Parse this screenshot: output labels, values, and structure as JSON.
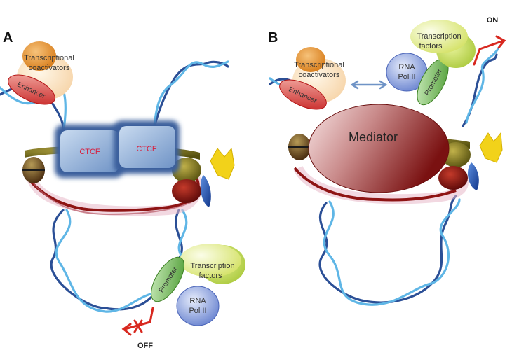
{
  "panel_a": {
    "letter": "A",
    "coactivators_line1": "Transcriptional",
    "coactivators_line2": "coactivators",
    "enhancer": "Enhancer",
    "ctcf_left": "CTCF",
    "ctcf_right": "CTCF",
    "promoter": "Promoter",
    "tf_line1": "Transcription",
    "tf_line2": "factors",
    "rnapol_line1": "RNA",
    "rnapol_line2": "Pol II",
    "state": "OFF"
  },
  "panel_b": {
    "letter": "B",
    "coactivators_line1": "Transcriptional",
    "coactivators_line2": "coactivators",
    "enhancer": "Enhancer",
    "mediator": "Mediator",
    "promoter": "Promoter",
    "tf_line1": "Transcription",
    "tf_line2": "factors",
    "rnapol_line1": "RNA",
    "rnapol_line2": "Pol II",
    "state": "ON"
  },
  "colors": {
    "dna_dark": "#2b4f96",
    "dna_light": "#5fb6e6",
    "enhancer": "#d52a2a",
    "coactivator": "#e49a3a",
    "promoter": "#5aa540",
    "tf": "#c9d957",
    "rna_pol": "#5c77c8",
    "ctcf": "#4a73b3",
    "mediator": "#8b1a1a",
    "cohesin": "#8e1414",
    "arrow": "#d8281f"
  }
}
